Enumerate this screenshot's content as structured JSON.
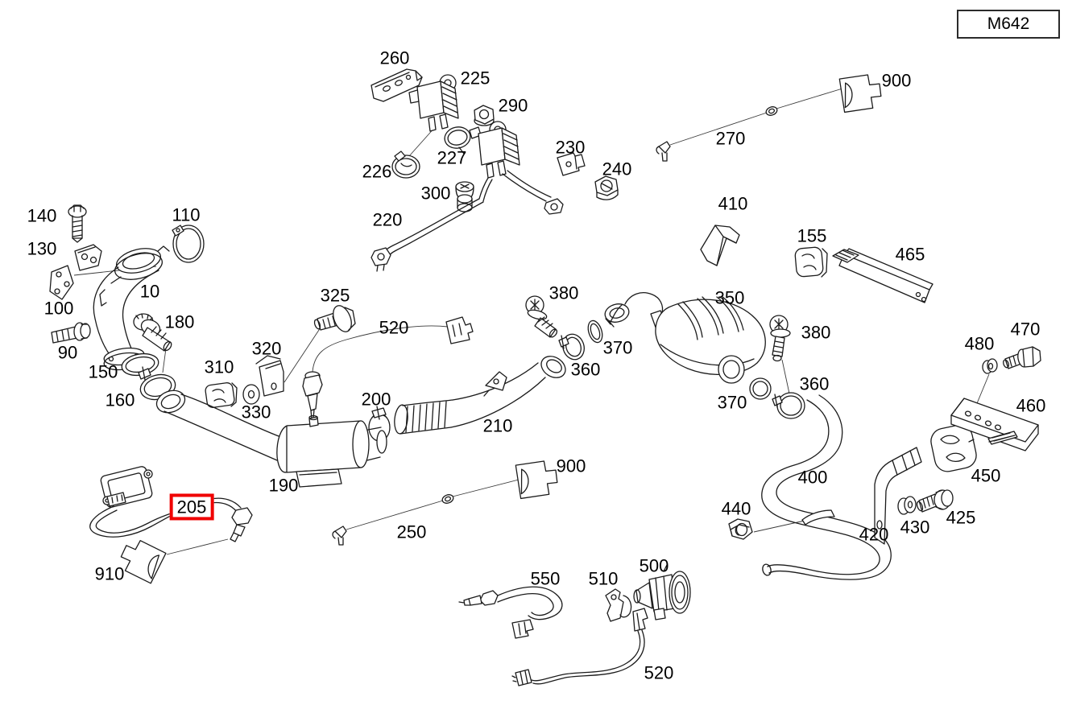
{
  "diagram": {
    "engine_code": "M642",
    "highlighted_part": "205",
    "highlight_color": "#f00000",
    "line_color": "#1b1b1b",
    "background_color": "#ffffff",
    "labels": [
      {
        "text": "260"
      },
      {
        "text": "225"
      },
      {
        "text": "290"
      },
      {
        "text": "226"
      },
      {
        "text": "227"
      },
      {
        "text": "230"
      },
      {
        "text": "240"
      },
      {
        "text": "300"
      },
      {
        "text": "220"
      },
      {
        "text": "270"
      },
      {
        "text": "900"
      },
      {
        "text": "410"
      },
      {
        "text": "155"
      },
      {
        "text": "465"
      },
      {
        "text": "140"
      },
      {
        "text": "130"
      },
      {
        "text": "110"
      },
      {
        "text": "100"
      },
      {
        "text": "10"
      },
      {
        "text": "90"
      },
      {
        "text": "180"
      },
      {
        "text": "150"
      },
      {
        "text": "160"
      },
      {
        "text": "310"
      },
      {
        "text": "330"
      },
      {
        "text": "320"
      },
      {
        "text": "325"
      },
      {
        "text": "520"
      },
      {
        "text": "380"
      },
      {
        "text": "370"
      },
      {
        "text": "360"
      },
      {
        "text": "350"
      },
      {
        "text": "380"
      },
      {
        "text": "370"
      },
      {
        "text": "360"
      },
      {
        "text": "480"
      },
      {
        "text": "470"
      },
      {
        "text": "460"
      },
      {
        "text": "450"
      },
      {
        "text": "425"
      },
      {
        "text": "430"
      },
      {
        "text": "420"
      },
      {
        "text": "440"
      },
      {
        "text": "400"
      },
      {
        "text": "200"
      },
      {
        "text": "210"
      },
      {
        "text": "190"
      },
      {
        "text": "205",
        "highlighted": true
      },
      {
        "text": "910"
      },
      {
        "text": "250"
      },
      {
        "text": "900"
      },
      {
        "text": "550"
      },
      {
        "text": "510"
      },
      {
        "text": "500"
      },
      {
        "text": "520"
      }
    ]
  }
}
